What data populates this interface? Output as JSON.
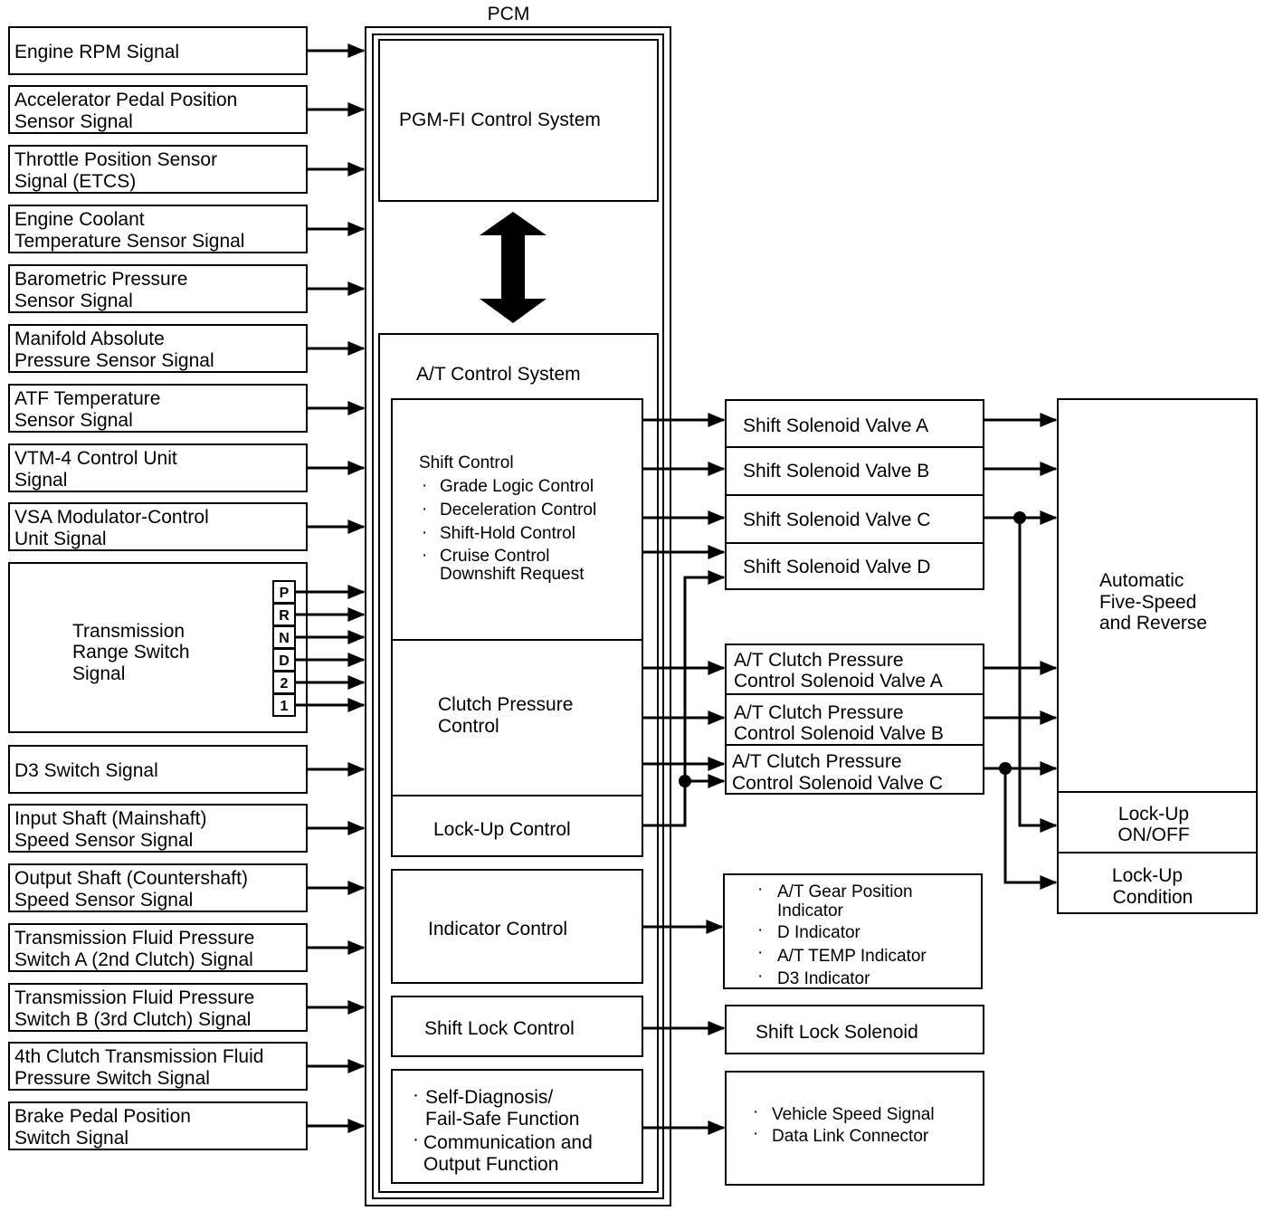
{
  "pcm": {
    "title": "PCM",
    "pgmfi": "PGM-FI Control System",
    "at_title": "A/T Control System",
    "shift_control": {
      "title": "Shift Control",
      "items": [
        "Grade Logic Control",
        "Deceleration Control",
        "Shift-Hold Control",
        "Cruise Control",
        "Downshift Request"
      ]
    },
    "clutch_pressure": [
      "Clutch Pressure",
      "Control"
    ],
    "lockup_control": "Lock-Up Control",
    "indicator_control": "Indicator Control",
    "shift_lock_control": "Shift Lock Control",
    "self_diag": [
      "Self-Diagnosis/",
      "Fail-Safe Function",
      "Communication and",
      "Output Function"
    ]
  },
  "inputs": [
    [
      "Engine RPM Signal"
    ],
    [
      "Accelerator Pedal Position",
      "Sensor Signal"
    ],
    [
      "Throttle Position Sensor",
      "Signal (ETCS)"
    ],
    [
      "Engine Coolant",
      "Temperature Sensor Signal"
    ],
    [
      "Barometric Pressure",
      "Sensor Signal"
    ],
    [
      "Manifold Absolute",
      "Pressure Sensor Signal"
    ],
    [
      "ATF Temperature",
      "Sensor Signal"
    ],
    [
      "VTM-4 Control Unit",
      "Signal"
    ],
    [
      "VSA Modulator-Control",
      "Unit Signal"
    ],
    [
      "D3 Switch Signal"
    ],
    [
      "Input Shaft (Mainshaft)",
      "Speed Sensor Signal"
    ],
    [
      "Output Shaft (Countershaft)",
      "Speed Sensor Signal"
    ],
    [
      "Transmission Fluid Pressure",
      "Switch A (2nd Clutch) Signal"
    ],
    [
      "Transmission Fluid Pressure",
      "Switch B (3rd Clutch) Signal"
    ],
    [
      "4th Clutch Transmission Fluid",
      "Pressure Switch Signal"
    ],
    [
      "Brake Pedal Position",
      "Switch Signal"
    ]
  ],
  "range_switch": {
    "label": [
      "Transmission",
      "Range Switch",
      "Signal"
    ],
    "positions": [
      "P",
      "R",
      "N",
      "D",
      "2",
      "1"
    ]
  },
  "outputs": {
    "shift_valves": [
      "Shift Solenoid Valve A",
      "Shift Solenoid Valve B",
      "Shift Solenoid Valve C",
      "Shift Solenoid Valve D"
    ],
    "clutch_valves": [
      [
        "A/T Clutch Pressure",
        "Control Solenoid Valve A"
      ],
      [
        "A/T Clutch Pressure",
        "Control Solenoid Valve B"
      ],
      [
        "A/T Clutch Pressure",
        "Control Solenoid Valve C"
      ]
    ],
    "indicators": [
      [
        "A/T Gear Position",
        "Indicator"
      ],
      [
        "D Indicator"
      ],
      [
        "A/T TEMP Indicator"
      ],
      [
        "D3 Indicator"
      ]
    ],
    "shift_lock_solenoid": "Shift Lock Solenoid",
    "comm": [
      "Vehicle Speed Signal",
      "Data Link Connector"
    ]
  },
  "transmission": {
    "label": [
      "Automatic",
      "Five-Speed",
      "and Reverse"
    ],
    "lockup_onoff": [
      "Lock-Up",
      "ON/OFF"
    ],
    "lockup_condition": [
      "Lock-Up",
      "Condition"
    ]
  }
}
